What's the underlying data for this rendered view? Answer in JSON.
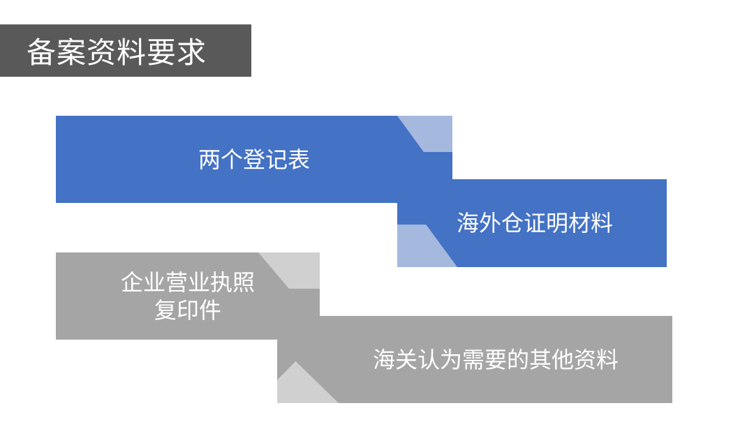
{
  "title": "备案资料要求",
  "items": [
    {
      "label": "两个登记表"
    },
    {
      "label": "海外仓证明材料"
    },
    {
      "label": "企业营业执照\n复印件"
    },
    {
      "label": "海关认为需要的其他资料"
    }
  ],
  "colors": {
    "title_bg": "#595959",
    "blue": "#4472c4",
    "blue_light": "#a5b8de",
    "grey": "#a5a5a5",
    "grey_light": "#d0d0d0"
  }
}
